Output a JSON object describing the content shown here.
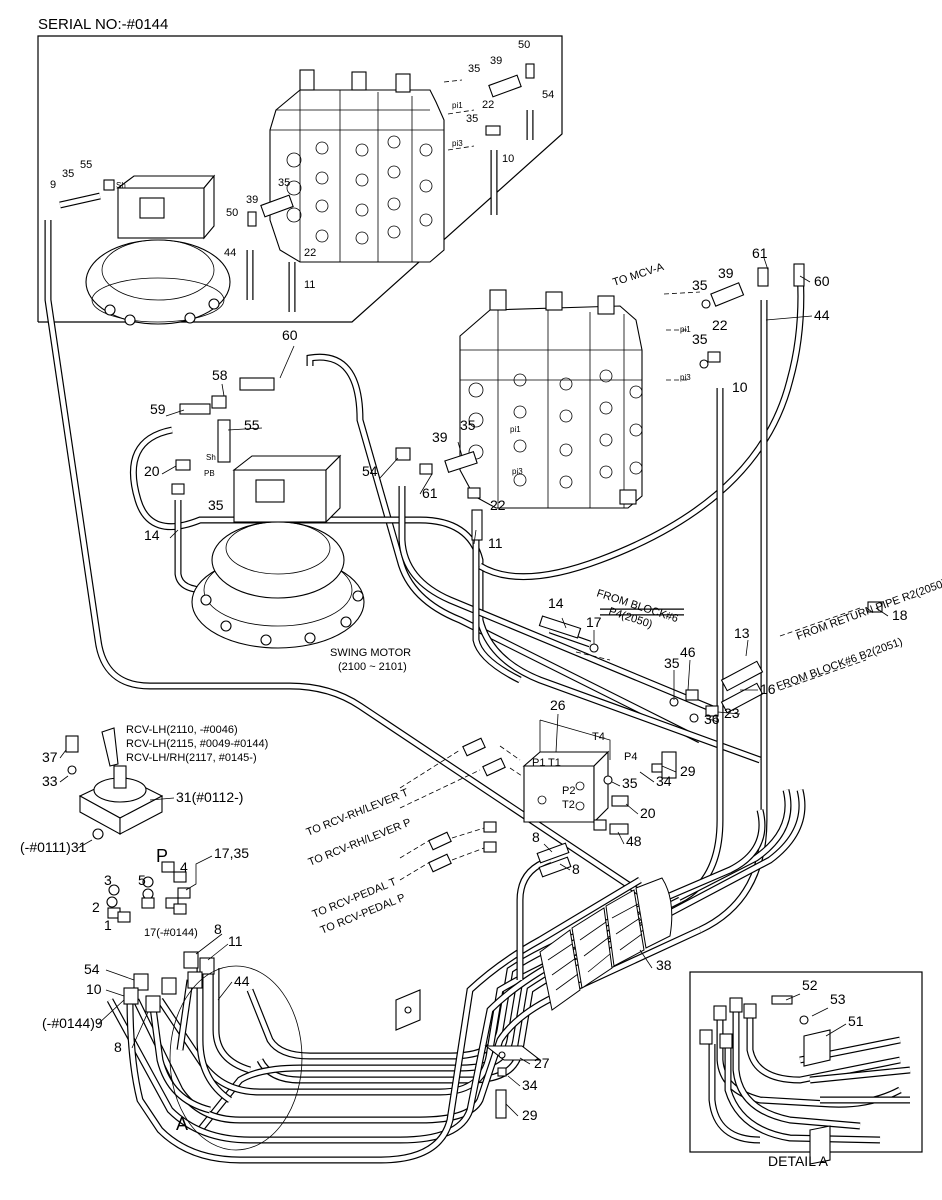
{
  "header": {
    "serial": "SERIAL NO:-#0144"
  },
  "inset": {
    "labels": [
      "35",
      "39",
      "50",
      "22",
      "54",
      "35",
      "10",
      "55",
      "35",
      "9",
      "39",
      "50",
      "22",
      "44",
      "11",
      "pi1",
      "pi3",
      "Sh",
      "35"
    ]
  },
  "main": {
    "labels": [
      "61",
      "39",
      "35",
      "22",
      "35",
      "10",
      "60",
      "44",
      "60",
      "58",
      "59",
      "55",
      "20",
      "35",
      "14",
      "39",
      "54",
      "61",
      "22",
      "11",
      "35",
      "14",
      "17",
      "13",
      "18",
      "46",
      "35",
      "23",
      "36",
      "16",
      "26",
      "29",
      "34",
      "35",
      "20",
      "48",
      "8",
      "8",
      "38",
      "27",
      "34",
      "29",
      "37",
      "33",
      "31(#0112-)",
      "(-#0111)31",
      "3",
      "2",
      "1",
      "5",
      "4",
      "P",
      "17,35",
      "17(-#0144)",
      "8",
      "11",
      "44",
      "54",
      "10",
      "(-#0144)9",
      "8",
      "52",
      "53",
      "51",
      "pi1",
      "pi3",
      "pi1",
      "pi3",
      "Sh",
      "PB",
      "T4",
      "P4",
      "P1",
      "T1",
      "P2",
      "T2"
    ],
    "to_mcv": "TO MCV-A",
    "from_block6_p4": "FROM BLOCK#6",
    "from_block6_p4_sub": "P4(2050)",
    "from_return_pipe": "FROM RETURN PIPE R2(2050)",
    "from_block6_b2": "FROM BLOCK#6 B2(2051)",
    "swing_motor": "SWING MOTOR",
    "swing_motor_serial": "(2100 ~ 2101)",
    "rcv_lh_1": "RCV-LH(2110, -#0046)",
    "rcv_lh_2": "RCV-LH(2115, #0049-#0144)",
    "rcv_lhrh": "RCV-LH/RH(2117, #0145-)",
    "to_rh_lever_t": "TO RCV-RH/LEVER T",
    "to_rh_lever_p": "TO RCV-RH/LEVER P",
    "to_pedal_t": "TO RCV-PEDAL T",
    "to_pedal_p": "TO RCV-PEDAL P",
    "detail_a_marker": "A",
    "detail_a_title": "DETAIL  A"
  }
}
